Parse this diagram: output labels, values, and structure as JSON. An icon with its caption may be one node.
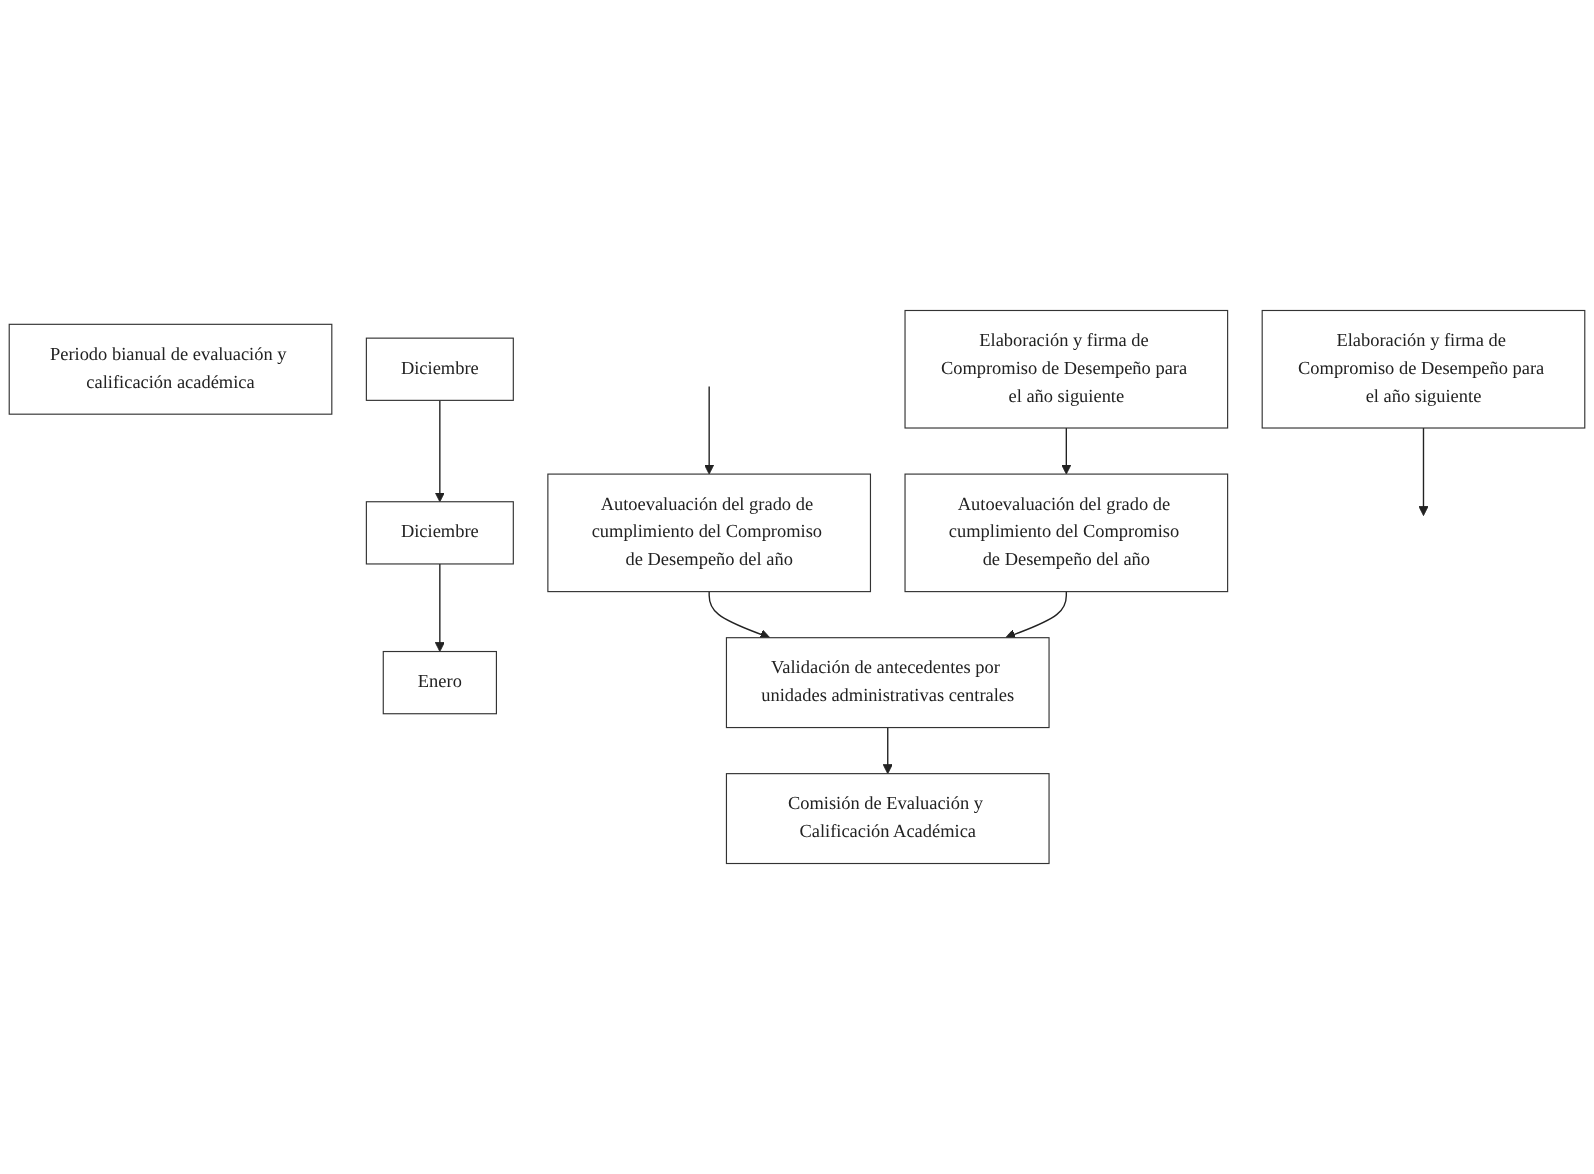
{
  "diagram": {
    "nodes": [
      {
        "text": [
          "Periodo bianual de evaluación y calificación académica"
        ]
      },
      {
        "text": [
          "Diciembre"
        ]
      },
      {
        "text": [
          "Diciembre"
        ]
      },
      {
        "text": [
          "Enero"
        ]
      },
      {
        "text": [
          "Elaboración y firma de Compromiso de Desempeño para el año siguiente"
        ]
      },
      {
        "text": [
          "Autoevaluación del grado de cumplimiento del Compromiso de Desempeño del año"
        ]
      },
      {
        "text": [
          "Elaboración y firma de Compromiso de Desempeño para el año siguiente"
        ]
      },
      {
        "text": [
          "Autoevaluación del grado de cumplimiento del Compromiso de Desempeño del año"
        ]
      },
      {
        "text": [
          "Validación de antecedentes por unidades administrativas centrales"
        ]
      },
      {
        "text": [
          "Comisión de Evaluación y Calificación Académica"
        ]
      }
    ],
    "edges": [
      {
        "from": 1,
        "to": 2,
        "arrow": "to"
      },
      {
        "from": 2,
        "to": 3,
        "arrow": "to"
      },
      {
        "from": null,
        "to": 5,
        "arrow": "to"
      },
      {
        "from": 4,
        "to": 7,
        "arrow": "to"
      },
      {
        "from": 5,
        "to": 8,
        "arrow": "to"
      },
      {
        "from": 6,
        "to": null,
        "arrow": "to"
      },
      {
        "from": 7,
        "to": 8,
        "arrow": "to"
      },
      {
        "from": 8,
        "to": 9,
        "arrow": "to"
      }
    ]
  }
}
